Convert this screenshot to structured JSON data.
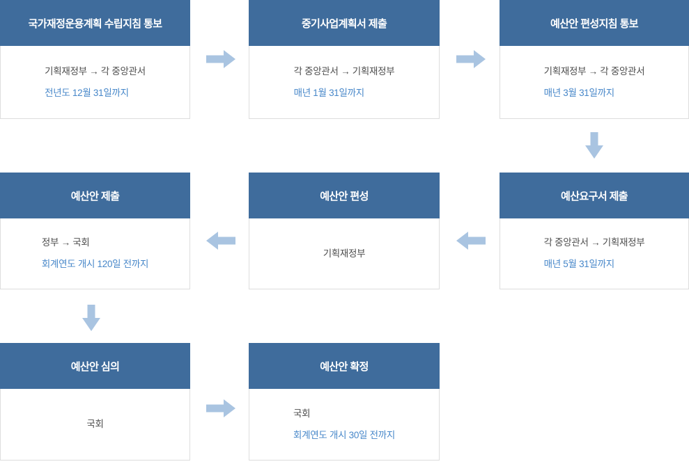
{
  "palette": {
    "header_bg": "#3f6c9c",
    "arrow": "#a9c4e1",
    "text_gray": "#4d4d4d",
    "text_blue": "#4787c9",
    "box_border": "#dddddd",
    "box_bg": "#ffffff",
    "page_bg": "#ffffff"
  },
  "steps": [
    {
      "title": "국가재정운용계획 수립지침 통보",
      "lines": [
        {
          "text": "기획재정부 → 각 중앙관서",
          "emphasis": false
        },
        {
          "text": "전년도 12월 31일까지",
          "emphasis": true
        }
      ]
    },
    {
      "title": "중기사업계획서 제출",
      "lines": [
        {
          "text": "각 중앙관서 → 기획재정부",
          "emphasis": false
        },
        {
          "text": "매년 1월 31일까지",
          "emphasis": true
        }
      ]
    },
    {
      "title": "예산안 편성지침 통보",
      "lines": [
        {
          "text": "기획재정부 → 각 중앙관서",
          "emphasis": false
        },
        {
          "text": "매년 3월 31일까지",
          "emphasis": true
        }
      ]
    },
    {
      "title": "예산요구서 제출",
      "lines": [
        {
          "text": "각 중앙관서 → 기획재정부",
          "emphasis": false
        },
        {
          "text": "매년 5월 31일까지",
          "emphasis": true
        }
      ]
    },
    {
      "title": "예산안 편성",
      "lines": [
        {
          "text": "기획재정부",
          "emphasis": false
        }
      ]
    },
    {
      "title": "예산안 제출",
      "lines": [
        {
          "text": "정부 → 국회",
          "emphasis": false
        },
        {
          "text": "회계연도 개시 120일 전까지",
          "emphasis": true
        }
      ]
    },
    {
      "title": "예산안 심의",
      "lines": [
        {
          "text": "국회",
          "emphasis": false
        }
      ]
    },
    {
      "title": "예산안 확정",
      "lines": [
        {
          "text": "국회",
          "emphasis": false
        },
        {
          "text": "회계연도 개시 30일 전까지",
          "emphasis": true
        }
      ]
    }
  ],
  "arrows": [
    {
      "name": "arrow-right-step1-to-step2",
      "direction": "right"
    },
    {
      "name": "arrow-right-step2-to-step3",
      "direction": "right"
    },
    {
      "name": "arrow-down-step3-to-step4",
      "direction": "down"
    },
    {
      "name": "arrow-left-step4-to-step5",
      "direction": "left"
    },
    {
      "name": "arrow-left-step5-to-step6",
      "direction": "left"
    },
    {
      "name": "arrow-down-step6-to-step7",
      "direction": "down"
    },
    {
      "name": "arrow-right-step7-to-step8",
      "direction": "right"
    }
  ]
}
